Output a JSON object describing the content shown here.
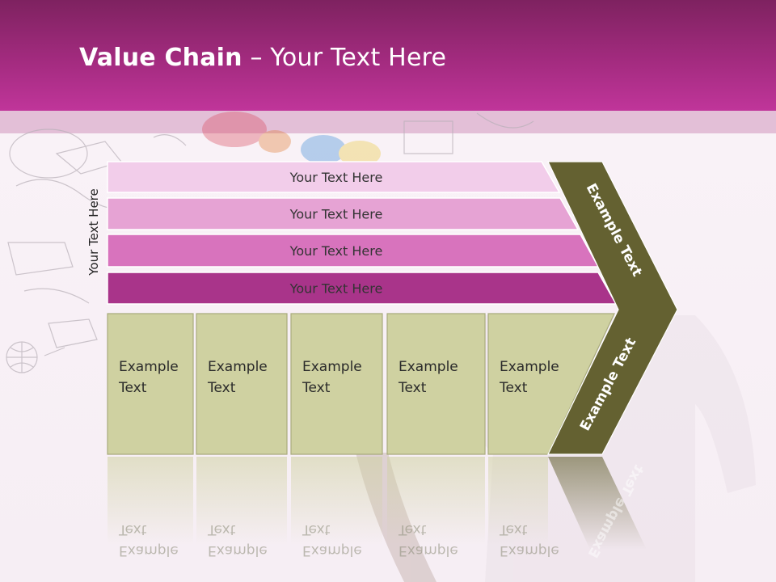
{
  "title": {
    "bold": "Value Chain",
    "rest": " – Your Text Here"
  },
  "side_label": "Your Text Here",
  "rows": [
    {
      "label": "Your Text Here",
      "color": "#f2cdea"
    },
    {
      "label": "Your Text Here",
      "color": "#e6a3d4"
    },
    {
      "label": "Your Text Here",
      "color": "#d873bd"
    },
    {
      "label": "Your Text Here",
      "color": "#a9348a"
    }
  ],
  "boxes": [
    {
      "line1": "Example",
      "line2": "Text"
    },
    {
      "line1": "Example",
      "line2": "Text"
    },
    {
      "line1": "Example",
      "line2": "Text"
    },
    {
      "line1": "Example",
      "line2": "Text"
    },
    {
      "line1": "Example",
      "line2": "Text"
    }
  ],
  "chevron": {
    "upper_label": "Example Text",
    "lower_label": "Example Text",
    "color": "#646131"
  },
  "colors": {
    "header": "#a32b7f",
    "box_fill": "#cfd1a1",
    "box_stroke": "#a9ab7d"
  }
}
